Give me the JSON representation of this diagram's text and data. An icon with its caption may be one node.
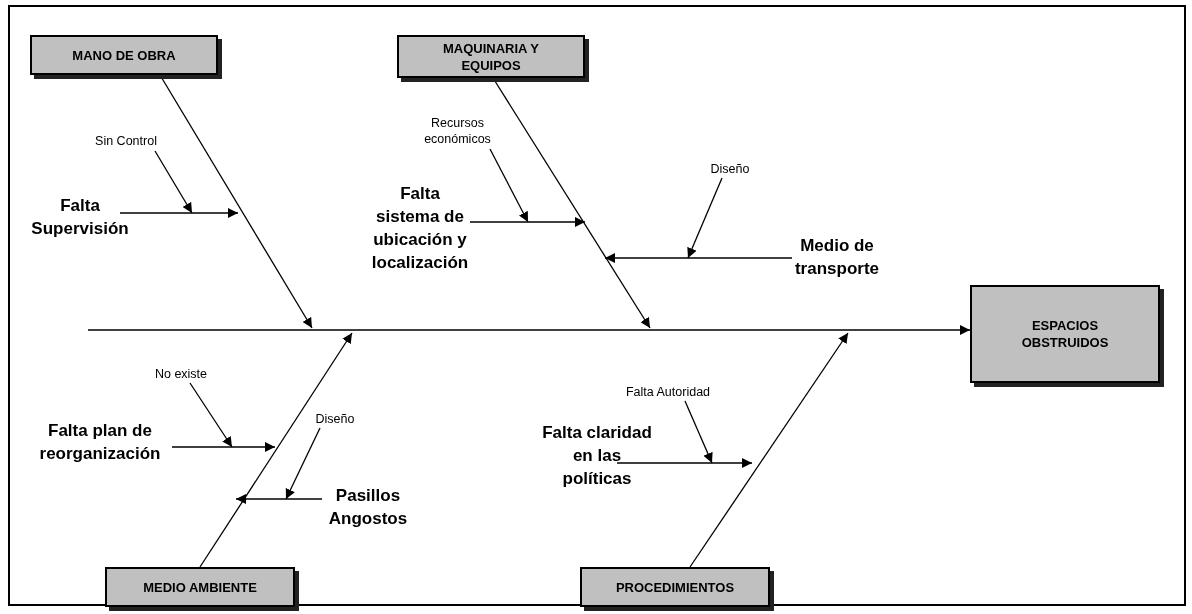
{
  "diagram": {
    "nodes": [
      {
        "text": [
          "MANO DE OBRA"
        ]
      },
      {
        "text": [
          "MAQUINARIA Y EQUIPOS"
        ]
      },
      {
        "text": [
          "ESPACIOS OBSTRUIDOS"
        ]
      },
      {
        "text": [
          "MEDIO AMBIENTE"
        ]
      },
      {
        "text": [
          "PROCEDIMIENTOS"
        ]
      },
      {
        "text": [
          "Sin Control"
        ]
      },
      {
        "text": [
          "Falta Supervisión"
        ]
      },
      {
        "text": [
          "Recursos económicos"
        ]
      },
      {
        "text": [
          "Falta sistema de ubicación y localización"
        ]
      },
      {
        "text": [
          "Diseño"
        ]
      },
      {
        "text": [
          "Medio de transporte"
        ]
      },
      {
        "text": [
          "No existe"
        ]
      },
      {
        "text": [
          "Falta plan de reorganización"
        ]
      },
      {
        "text": [
          "Diseño"
        ]
      },
      {
        "text": [
          "Pasillos Angostos"
        ]
      },
      {
        "text": [
          "Falta Autoridad"
        ]
      },
      {
        "text": [
          "Falta claridad en las políticas"
        ]
      }
    ],
    "edges": [
      {
        "from": null,
        "to": 2,
        "arrow": "to"
      },
      {
        "from": 0,
        "to": null,
        "arrow": "to"
      },
      {
        "from": 1,
        "to": null,
        "arrow": "to"
      },
      {
        "from": 3,
        "to": null,
        "arrow": "to"
      },
      {
        "from": 4,
        "to": null,
        "arrow": "to"
      },
      {
        "from": 6,
        "to": null,
        "arrow": "to"
      },
      {
        "from": 5,
        "to": null,
        "arrow": "to"
      },
      {
        "from": 8,
        "to": null,
        "arrow": "to"
      },
      {
        "from": 7,
        "to": null,
        "arrow": "to"
      },
      {
        "from": 10,
        "to": null,
        "arrow": "to"
      },
      {
        "from": 9,
        "to": null,
        "arrow": "to"
      },
      {
        "from": 12,
        "to": null,
        "arrow": "to"
      },
      {
        "from": 11,
        "to": null,
        "arrow": "to"
      },
      {
        "from": 14,
        "to": null,
        "arrow": "to"
      },
      {
        "from": 13,
        "to": null,
        "arrow": "to"
      },
      {
        "from": 16,
        "to": null,
        "arrow": "to"
      },
      {
        "from": 15,
        "to": null,
        "arrow": "to"
      }
    ]
  }
}
